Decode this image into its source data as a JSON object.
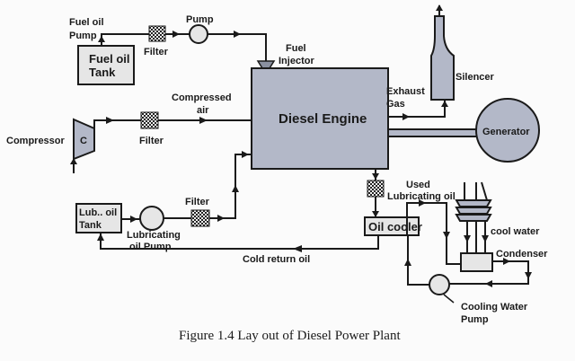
{
  "caption": "Figure 1.4 Lay out of Diesel Power Plant",
  "components": {
    "fuel_oil_tank": {
      "line1": "Fuel oil",
      "line2": "Tank"
    },
    "fuel_oil_pump_label": {
      "line1": "Fuel oil",
      "line2": "Pump"
    },
    "fuel_filter": "Filter",
    "pump": "Pump",
    "fuel_injector": {
      "line1": "Fuel",
      "line2": "Injector"
    },
    "diesel_engine": "Diesel Engine",
    "compressed_air": {
      "line1": "Compressed",
      "line2": "air"
    },
    "compressor": "Compressor",
    "compressor_symbol": "C",
    "air_filter": "Filter",
    "exhaust_gas": {
      "line1": "Exhaust",
      "line2": "Gas"
    },
    "silencer": "Silencer",
    "generator": "Generator",
    "used_lubricating_oil": {
      "line1": "Used",
      "line2": "Lubricating oil"
    },
    "lub_oil_tank": {
      "line1": "Lub.. oil",
      "line2": "Tank"
    },
    "lubricating_oil_pump": {
      "line1": "Lubricating",
      "line2": "oil Pump"
    },
    "lub_filter": "Filter",
    "oil_cooler": "Oil cooler",
    "cold_return_oil": "Cold return oil",
    "cool_water": "cool water",
    "condenser": "Condenser",
    "cooling_water_pump": {
      "line1": "Cooling Water",
      "line2": "Pump"
    }
  }
}
